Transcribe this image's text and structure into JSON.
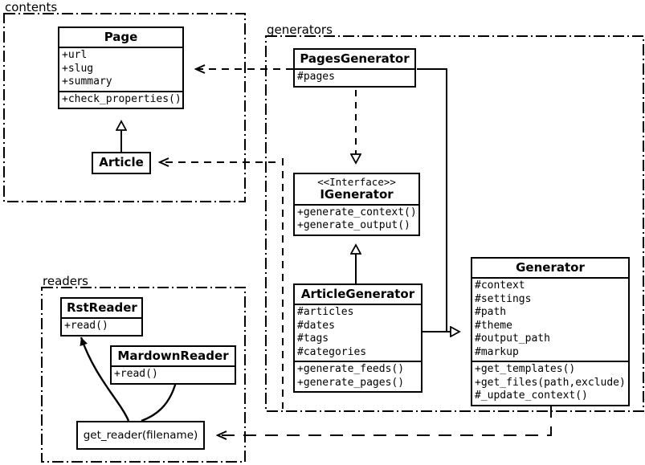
{
  "diagram": {
    "kind": "uml-class-diagram",
    "stroke_color": "#000000",
    "background_color": "#ffffff"
  },
  "packages": [
    {
      "id": "contents",
      "label": "contents"
    },
    {
      "id": "generators",
      "label": "generators"
    },
    {
      "id": "readers",
      "label": "readers"
    }
  ],
  "classes": {
    "page": {
      "name": "Page",
      "attributes": [
        "+url",
        "+slug",
        "+summary"
      ],
      "methods": [
        "+check_properties()"
      ]
    },
    "article": {
      "name": "Article",
      "attributes": [],
      "methods": []
    },
    "pages_generator": {
      "name": "PagesGenerator",
      "attributes": [
        "#pages"
      ],
      "methods": []
    },
    "igenerator": {
      "stereotype": "<<Interface>>",
      "name": "IGenerator",
      "attributes": [],
      "methods": [
        "+generate_context()",
        "+generate_output()"
      ]
    },
    "article_generator": {
      "name": "ArticleGenerator",
      "attributes": [
        "#articles",
        "#dates",
        "#tags",
        "#categories"
      ],
      "methods": [
        "+generate_feeds()",
        "+generate_pages()"
      ]
    },
    "generator": {
      "name": "Generator",
      "attributes": [
        "#context",
        "#settings",
        "#path",
        "#theme",
        "#output_path",
        "#markup"
      ],
      "methods": [
        "+get_templates()",
        "+get_files(path,exclude)",
        "#_update_context()"
      ]
    },
    "rst_reader": {
      "name": "RstReader",
      "attributes": [],
      "methods": [
        "+read()"
      ]
    },
    "mardown_reader": {
      "name": "MardownReader",
      "attributes": [],
      "methods": [
        "+read()"
      ]
    },
    "get_reader": {
      "name": "get_reader(filename)"
    }
  },
  "relationships": [
    {
      "type": "generalization",
      "from": "Article",
      "to": "Page"
    },
    {
      "type": "realization",
      "from": "PagesGenerator",
      "to": "IGenerator"
    },
    {
      "type": "generalization",
      "from": "ArticleGenerator",
      "to": "IGenerator"
    },
    {
      "type": "generalization",
      "from": "PagesGenerator",
      "to": "Generator"
    },
    {
      "type": "generalization",
      "from": "ArticleGenerator",
      "to": "Generator"
    },
    {
      "type": "dependency",
      "from": "PagesGenerator",
      "to": "Page"
    },
    {
      "type": "dependency",
      "from": "ArticleGenerator",
      "to": "Article"
    },
    {
      "type": "dependency",
      "from": "Generator",
      "to": "get_reader(filename)"
    },
    {
      "type": "call",
      "from": "get_reader(filename)",
      "to": "RstReader"
    },
    {
      "type": "call",
      "from": "get_reader(filename)",
      "to": "MardownReader"
    }
  ]
}
